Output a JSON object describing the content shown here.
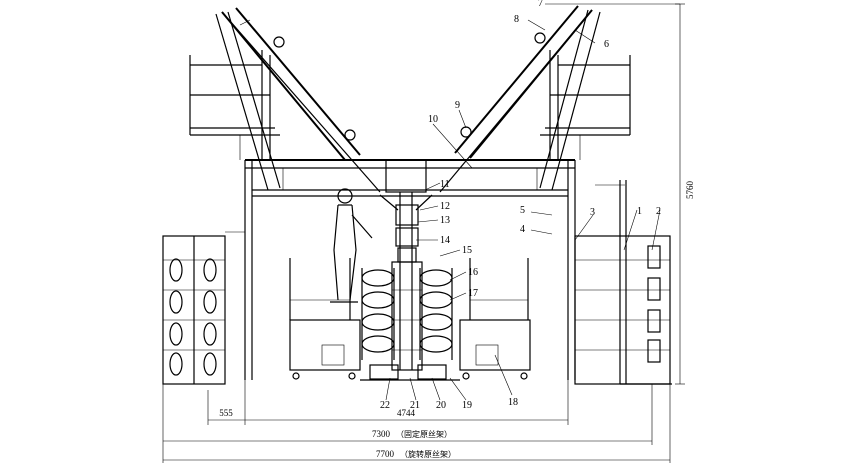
{
  "part_labels": [
    "1",
    "2",
    "3",
    "4",
    "5",
    "6",
    "7",
    "8",
    "9",
    "10",
    "11",
    "12",
    "13",
    "14",
    "15",
    "16",
    "17",
    "18",
    "19",
    "20",
    "21",
    "22"
  ],
  "dimensions": {
    "height": "5760",
    "left_offset": "555",
    "inner_width": "4744",
    "fixed_creel_width": "7300",
    "fixed_creel_note": "（固定原丝架）",
    "rotating_creel_width": "7700",
    "rotating_creel_note": "（旋转原丝架）"
  }
}
